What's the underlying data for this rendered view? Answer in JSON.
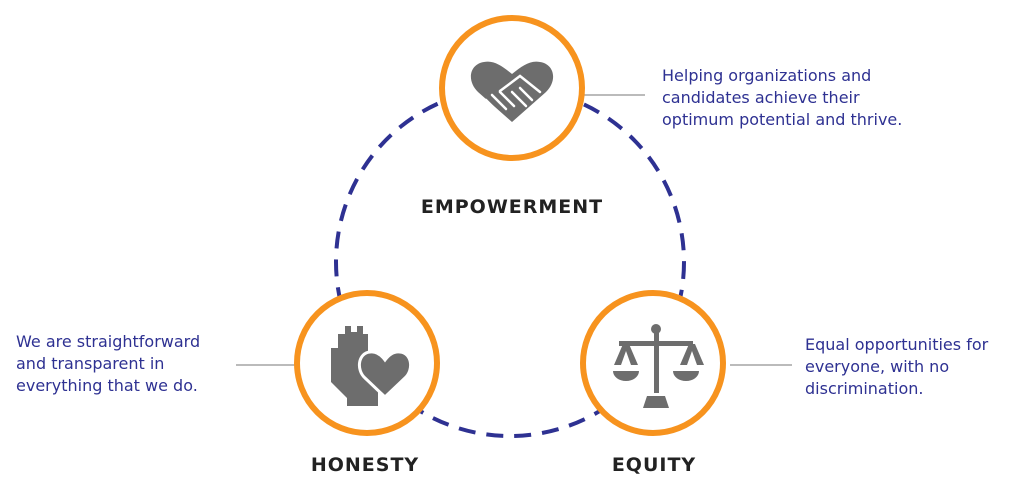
{
  "colors": {
    "ring": "#f7931e",
    "dash": "#2e3192",
    "icon": "#6d6d6d",
    "text": "#2e3192"
  },
  "nodes": {
    "empowerment": {
      "title": "EMPOWERMENT",
      "icon": "handshake-heart-icon",
      "description": [
        "Helping organizations and",
        "candidates achieve their",
        "optimum potential and thrive."
      ]
    },
    "honesty": {
      "title": "HONESTY",
      "icon": "hand-heart-icon",
      "description": [
        "We are straightforward",
        "and transparent in",
        "everything that we do."
      ]
    },
    "equity": {
      "title": "EQUITY",
      "icon": "scales-icon",
      "description": [
        "Equal opportunities for",
        "everyone, with no",
        "discrimination."
      ]
    }
  }
}
